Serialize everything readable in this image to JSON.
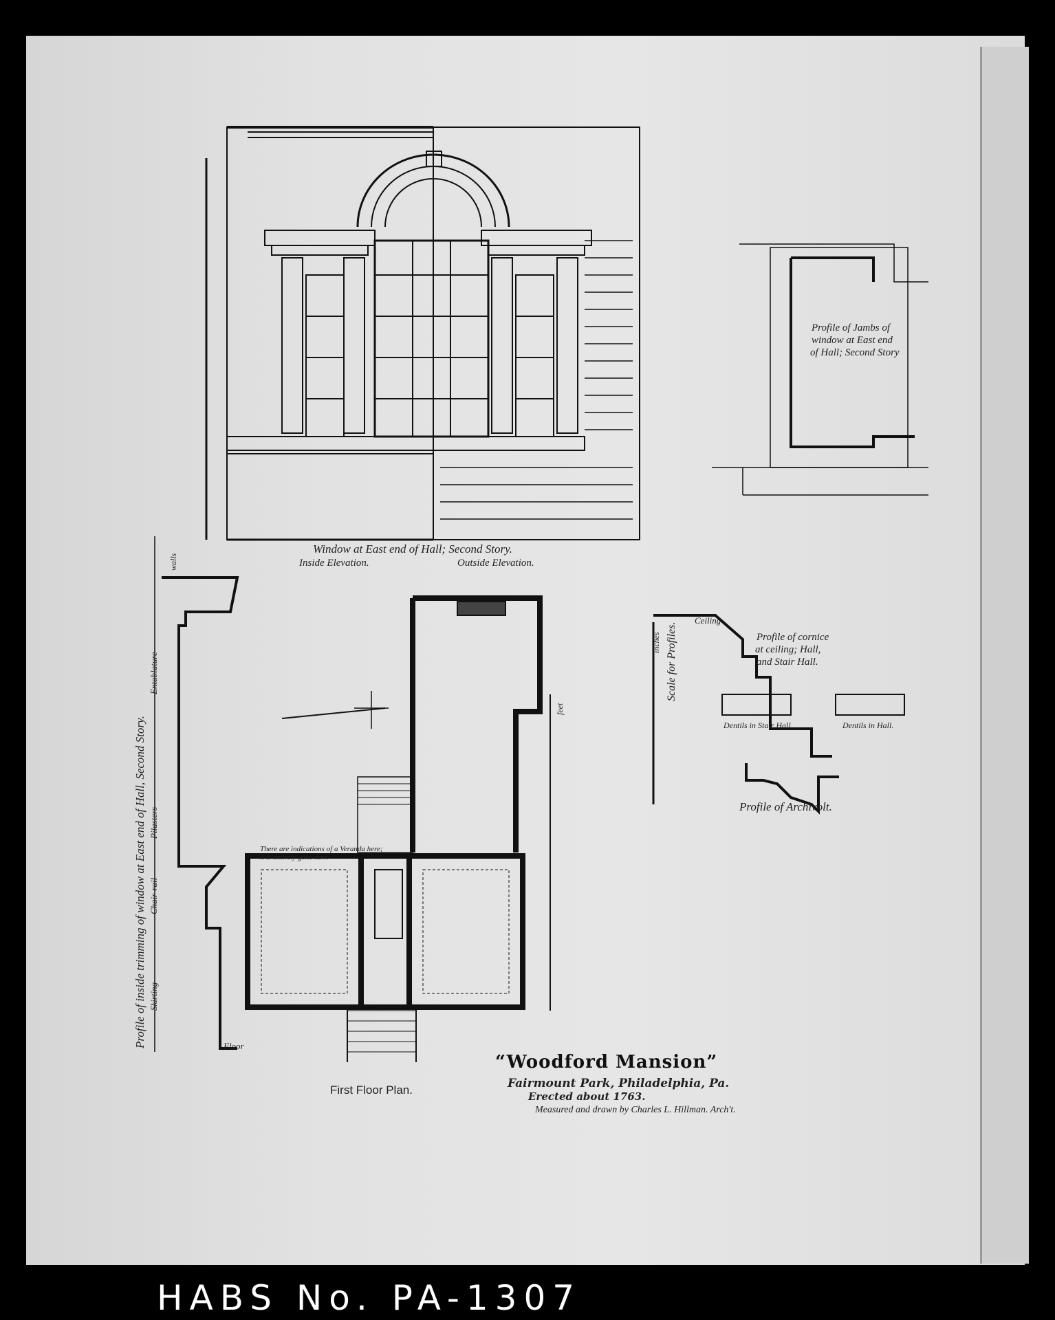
{
  "labels": {
    "window_caption": "Window at East end of Hall; Second Story.",
    "inside_elevation": "Inside Elevation.",
    "outside_elevation": "Outside Elevation.",
    "jambs_profile_1": "Profile of Jambs of",
    "jambs_profile_2": "window at East end",
    "jambs_profile_3": "of Hall; Second Story",
    "cornice_profile_1": "Profile of cornice",
    "cornice_profile_2": "at ceiling; Hall,",
    "cornice_profile_3": "and Stair Hall.",
    "ceiling": "Ceiling",
    "dentils_stair": "Dentils in Stair Hall.",
    "dentils_hall": "Dentils in Hall.",
    "archivolt": "Profile of Archivolt.",
    "scale_profiles": "Scale for Profiles.",
    "inches": "inches",
    "feet": "feet",
    "trim_profile": "Profile of inside trimming of window at East end of Hall, Second Story.",
    "entablature": "Entablature",
    "pilasters": "Pilasters",
    "chair_rail": "Chair-rail",
    "skirting": "Skirting",
    "floor": "Floor",
    "walls": "walls",
    "veranda_1": "There are indications of a Veranda here;",
    "veranda_2": "it is entirely gone now.",
    "first_floor_plan": "First Floor Plan."
  },
  "title_block": {
    "title": "“Woodford Mansion”",
    "location": "Fairmount Park, Philadelphia, Pa.",
    "erected": "Erected about 1763.",
    "credit": "Measured and drawn by Charles L. Hillman. Arch't."
  },
  "habs_number": "HABS No. PA-1307",
  "colors": {
    "ink": "#111111",
    "paper": "#e2e2e2",
    "border": "#000000"
  }
}
